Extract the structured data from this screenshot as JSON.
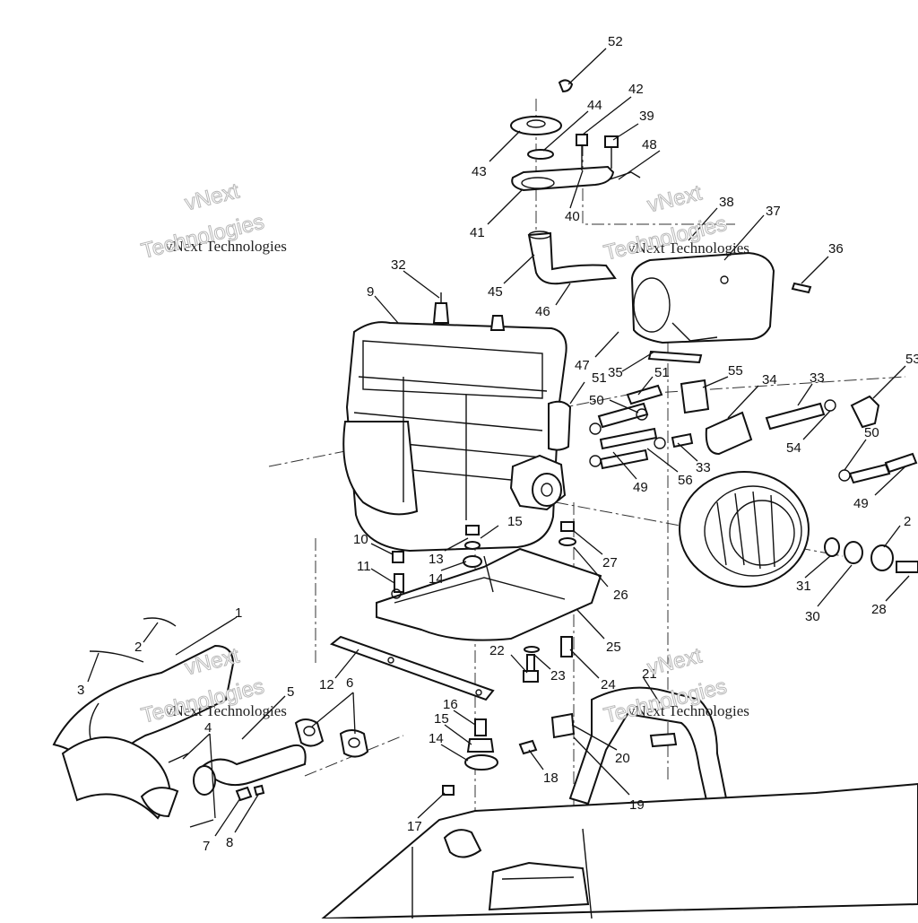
{
  "watermarks": [
    {
      "line1": "vNext",
      "line2": "vNext Technologies",
      "line3": "Technologies"
    },
    {
      "line1": "vNext",
      "line2": "vNext Technologies",
      "line3": "Technologies"
    },
    {
      "line1": "vNext",
      "line2": "vNext Technologies",
      "line3": "Technologies"
    },
    {
      "line1": "vNext",
      "line2": "vNext Technologies",
      "line3": "Technologies"
    }
  ],
  "callouts": [
    {
      "label": "52"
    },
    {
      "label": "42"
    },
    {
      "label": "44"
    },
    {
      "label": "39"
    },
    {
      "label": "48"
    },
    {
      "label": "43"
    },
    {
      "label": "41"
    },
    {
      "label": "40"
    },
    {
      "label": "38"
    },
    {
      "label": "37"
    },
    {
      "label": "36"
    },
    {
      "label": "45"
    },
    {
      "label": "46"
    },
    {
      "label": "32"
    },
    {
      "label": "9"
    },
    {
      "label": "47"
    },
    {
      "label": "35"
    },
    {
      "label": "51"
    },
    {
      "label": "51"
    },
    {
      "label": "55"
    },
    {
      "label": "34"
    },
    {
      "label": "33"
    },
    {
      "label": "53"
    },
    {
      "label": "50"
    },
    {
      "label": "50"
    },
    {
      "label": "54"
    },
    {
      "label": "49"
    },
    {
      "label": "56"
    },
    {
      "label": "33"
    },
    {
      "label": "49"
    },
    {
      "label": "2"
    },
    {
      "label": "10"
    },
    {
      "label": "13"
    },
    {
      "label": "15"
    },
    {
      "label": "27"
    },
    {
      "label": "11"
    },
    {
      "label": "14"
    },
    {
      "label": "26"
    },
    {
      "label": "31"
    },
    {
      "label": "30"
    },
    {
      "label": "28"
    },
    {
      "label": "1"
    },
    {
      "label": "2"
    },
    {
      "label": "3"
    },
    {
      "label": "25"
    },
    {
      "label": "22"
    },
    {
      "label": "23"
    },
    {
      "label": "24"
    },
    {
      "label": "12"
    },
    {
      "label": "6"
    },
    {
      "label": "5"
    },
    {
      "label": "21"
    },
    {
      "label": "16"
    },
    {
      "label": "15"
    },
    {
      "label": "14"
    },
    {
      "label": "4"
    },
    {
      "label": "20"
    },
    {
      "label": "18"
    },
    {
      "label": "19"
    },
    {
      "label": "7"
    },
    {
      "label": "8"
    },
    {
      "label": "17"
    }
  ]
}
